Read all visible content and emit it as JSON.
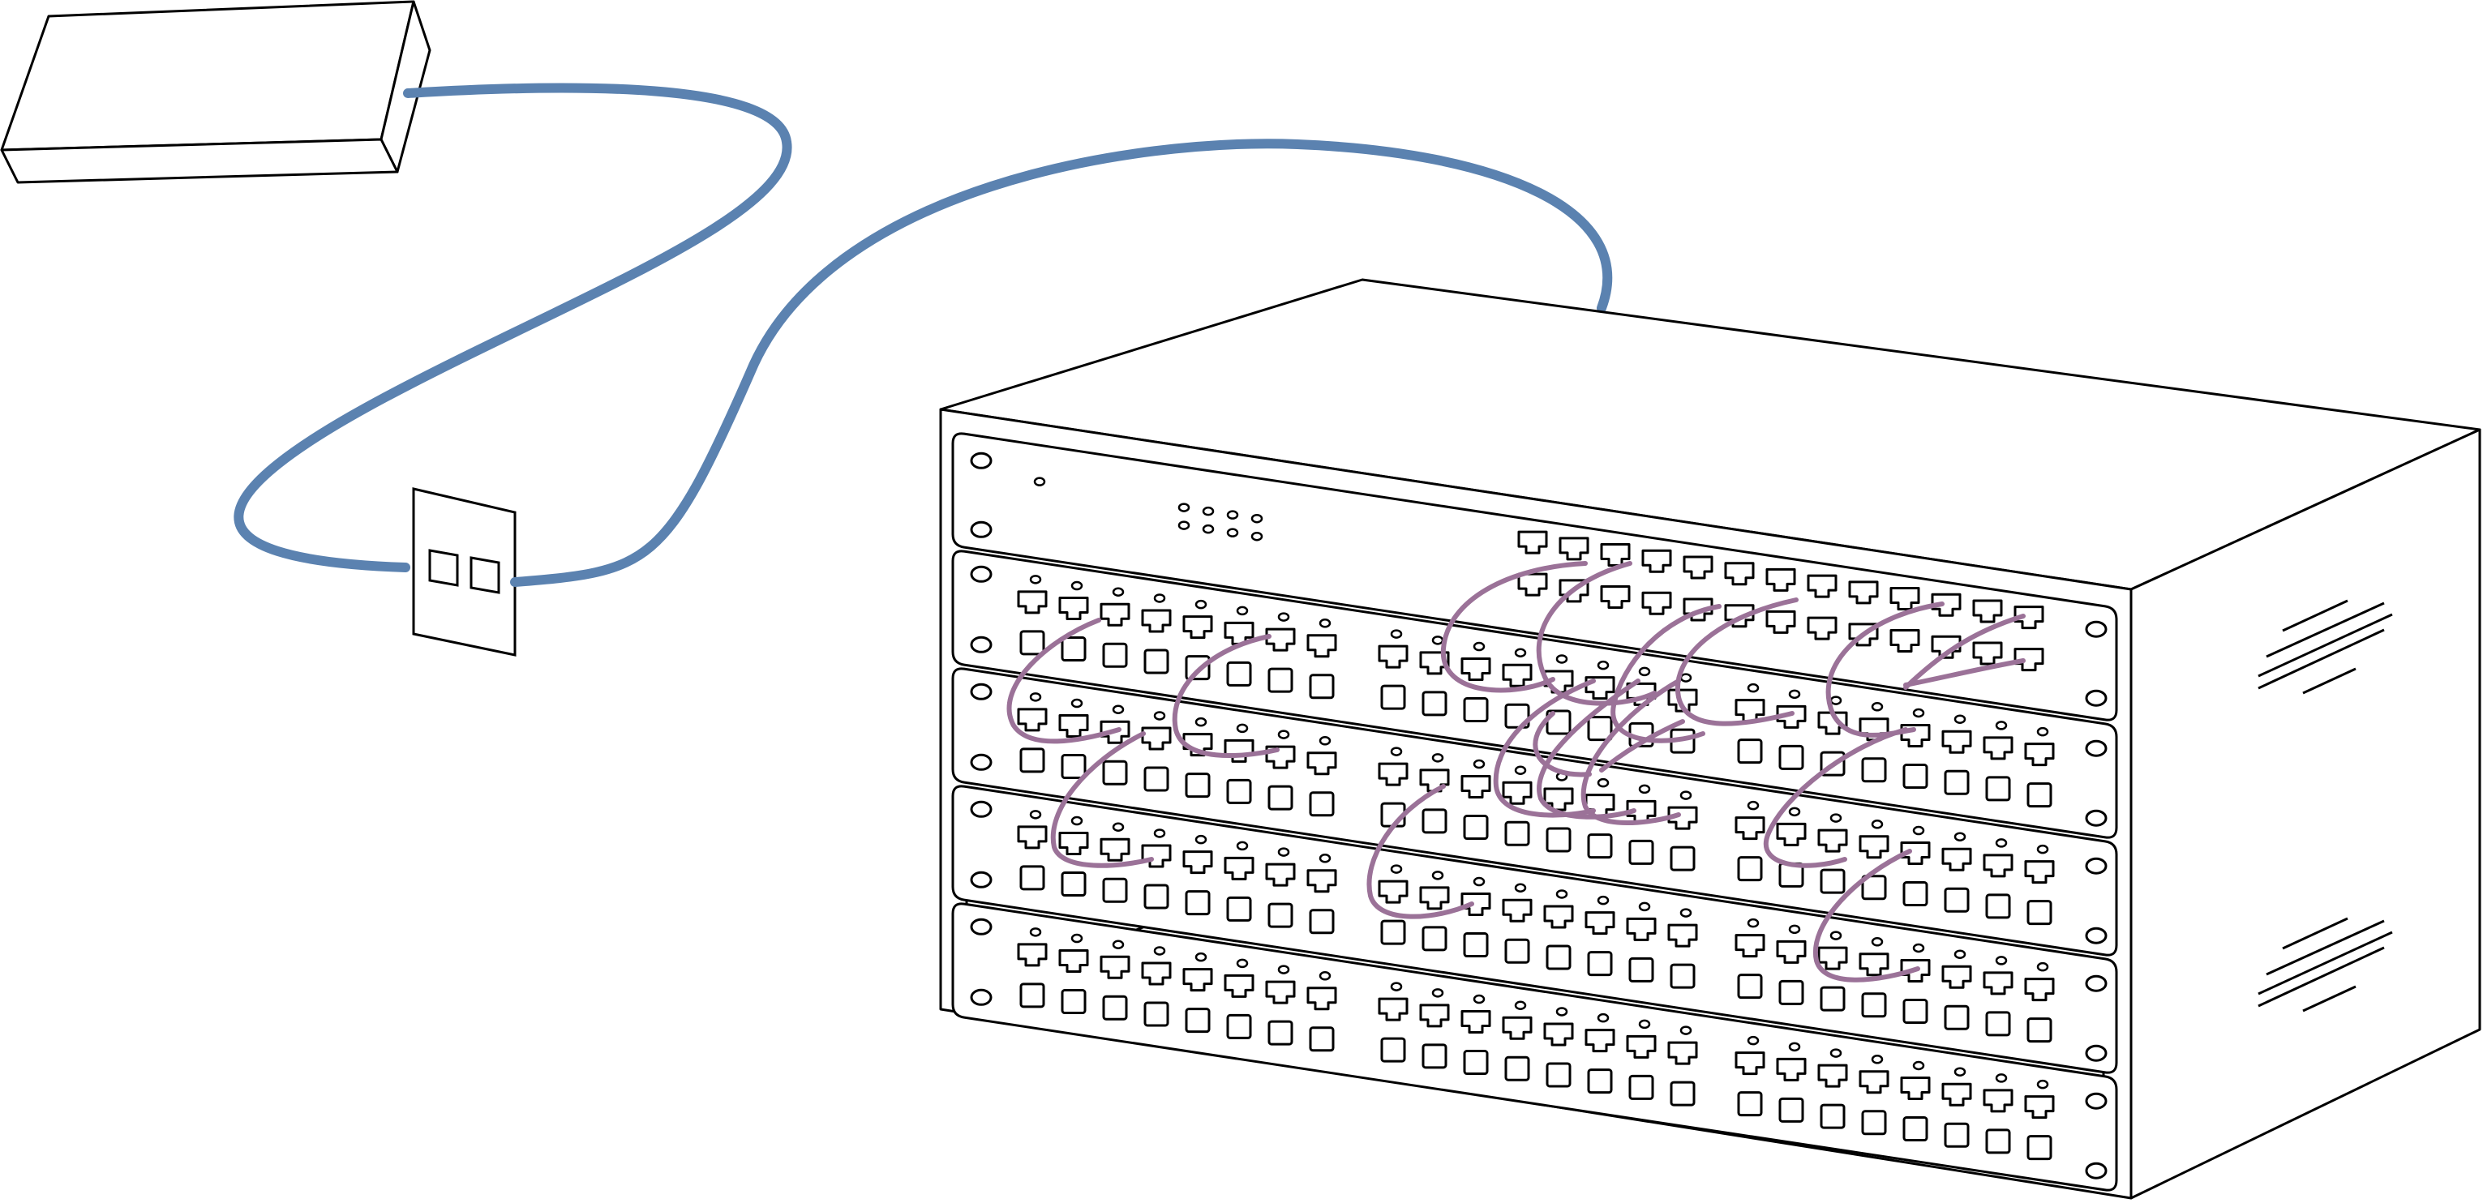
{
  "diagram": {
    "nodes": [
      {
        "id": "modem",
        "icon": "network-device-icon"
      },
      {
        "id": "wall-jack",
        "icon": "wall-jack-icon",
        "ports": 2
      },
      {
        "id": "rack-cabinet",
        "icon": "rack-cabinet-icon"
      },
      {
        "id": "patch-panel-top",
        "icon": "patch-panel-icon",
        "rows": 2,
        "ports_per_row": 13
      },
      {
        "id": "switch-1",
        "icon": "switch-icon",
        "blocks": 3,
        "ports_per_block": 8
      },
      {
        "id": "switch-2",
        "icon": "switch-icon",
        "blocks": 3,
        "ports_per_block": 8
      },
      {
        "id": "switch-3",
        "icon": "switch-icon",
        "blocks": 3,
        "ports_per_block": 8
      },
      {
        "id": "switch-4",
        "icon": "switch-icon",
        "blocks": 3,
        "ports_per_block": 8
      }
    ],
    "connections": [
      {
        "from": "modem",
        "to": "wall-jack",
        "kind": "uplink-cable"
      },
      {
        "from": "wall-jack",
        "to": "rack-cabinet",
        "kind": "uplink-cable"
      },
      {
        "from": "patch-panel-top",
        "to": "switch-1",
        "kind": "patch-cable"
      },
      {
        "from": "switch-1",
        "to": "switch-2",
        "kind": "patch-cable"
      },
      {
        "from": "switch-2",
        "to": "switch-3",
        "kind": "patch-cable"
      },
      {
        "from": "switch-3",
        "to": "switch-4",
        "kind": "patch-cable"
      }
    ],
    "colors": {
      "uplink_cable": "#5b82b0",
      "patch_cable": "#9b7298",
      "outline": "#000000",
      "fill": "#ffffff"
    }
  }
}
